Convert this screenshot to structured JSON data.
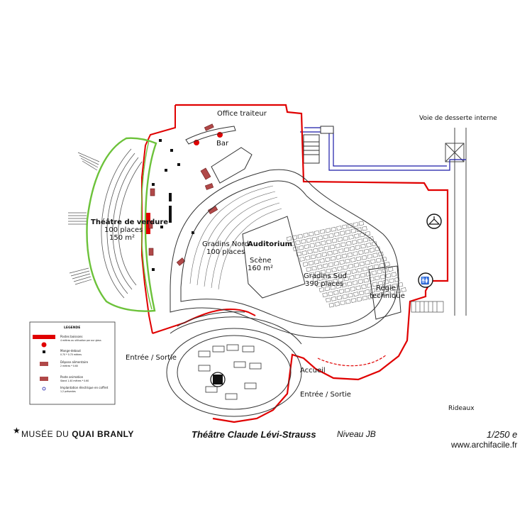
{
  "plan": {
    "labels": {
      "office": "Office traiteur",
      "service_road": "Voie de desserte interne",
      "bar": "Bar",
      "theatre_name": "Théâtre de verdure",
      "theatre_places": "100 places",
      "theatre_area": "150 m²",
      "gradins_nord": "Gradins Nord",
      "gradins_nord_places": "100 places",
      "auditorium": "Auditorium",
      "scene": "Scène",
      "scene_area": "160 m²",
      "gradins_sud": "Gradins Sud",
      "gradins_sud_places": "390 places",
      "regie": "Régie",
      "regie2": "technique",
      "entree_left": "Entrée / Sortie",
      "accueil": "Accueil",
      "entree_bottom": "Entrée / Sortie",
      "rideaux": "Rideaux"
    },
    "legend": {
      "title": "LEGENDE",
      "items": [
        {
          "label": "Postes boissons",
          "sub": "4 mètres au utilisation par our glass"
        },
        {
          "label": "",
          "sub": ""
        },
        {
          "label": "Mange-debout",
          "sub": "0.70 * 0.70 mètres"
        },
        {
          "label": "Dépose alimentaire",
          "sub": "2 mètres * 0.60"
        },
        {
          "label": "Poste animation",
          "sub": "Stand 1.40 mètres * 0.60"
        },
        {
          "label": "Implantation électrique en coffret",
          "sub": "1.2 présentes"
        }
      ]
    },
    "colors": {
      "red": "#e00000",
      "green": "#6cc23a",
      "blue": "#1a1aa8",
      "line": "#222222"
    }
  },
  "footer": {
    "brand_prefix": "MUSÉE DU ",
    "brand_bold": "QUAI BRANLY",
    "star": "★",
    "title": "Théâtre Claude Lévi-Strauss",
    "level": "Niveau JB",
    "scale": "1/250 e",
    "site": "www.archifacile.fr"
  }
}
